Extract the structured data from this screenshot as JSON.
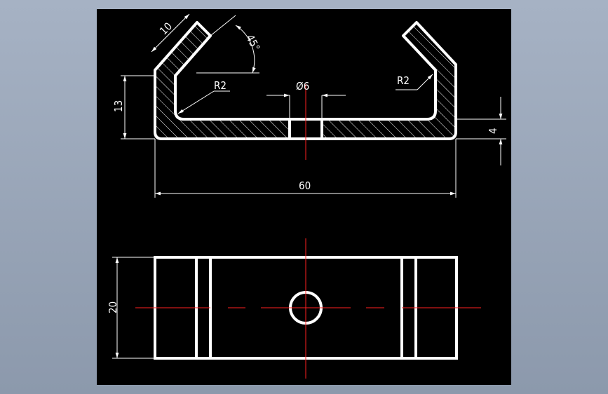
{
  "drawing": {
    "background_color": "#000000",
    "window_background": "#9aa6b8",
    "line_color": "#ffffff",
    "centerline_color": "#ff2020",
    "hatch_color": "#ffffff"
  },
  "dimensions": {
    "thickness_top": "10",
    "angle": "45°",
    "radius_left": "R2",
    "radius_right": "R2",
    "hole_diameter": "Ø6",
    "height": "13",
    "thickness_bottom": "4",
    "width": "60",
    "depth": "20"
  }
}
